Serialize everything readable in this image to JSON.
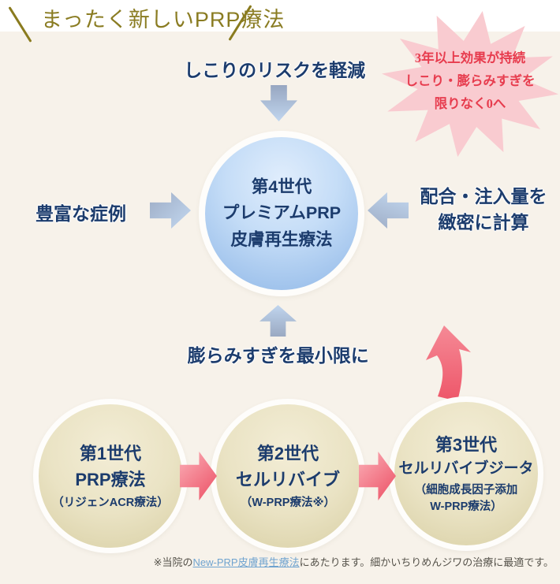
{
  "colors": {
    "background": "#f7f2ea",
    "title_olive": "#8a7c22",
    "navy_text": "#1c3c6d",
    "starburst_pink": "#f9cbd0",
    "starburst_red_text": "#e73c4e",
    "blue_circle": "#8fb7e7",
    "beige_circle": "#e6dfbd",
    "pink_arrow": "#ee5d70",
    "link_blue": "#6fa3cf"
  },
  "header": {
    "title": "まったく新しいPRP療法"
  },
  "starburst": {
    "line1": "3年以上効果が持続",
    "line2": "しこり・膨らみすぎを",
    "line3": "限りなく0へ"
  },
  "center": {
    "label_top": "しこりのリスクを軽減",
    "label_left": "豊富な症例",
    "label_right_line1": "配合・注入量を",
    "label_right_line2": "緻密に計算",
    "label_bottom": "膨らみすぎを最小限に",
    "circle": {
      "line1": "第4世代",
      "line2": "プレミアムPRP",
      "line3": "皮膚再生療法"
    }
  },
  "generations": [
    {
      "title": "第1世代",
      "name": "PRP療法",
      "note1": "（リジェンACR療法）",
      "note2": ""
    },
    {
      "title": "第2世代",
      "name": "セルリバイブ",
      "note1": "（W-PRP療法※）",
      "note2": ""
    },
    {
      "title": "第3世代",
      "name": "セルリバイブジータ",
      "note1": "（細胞成長因子添加",
      "note2": "W-PRP療法）"
    }
  ],
  "footnote": {
    "prefix": "※当院の",
    "link": "New-PRP皮膚再生療法",
    "suffix": "にあたります。細かいちりめんジワの治療に最適です。"
  }
}
